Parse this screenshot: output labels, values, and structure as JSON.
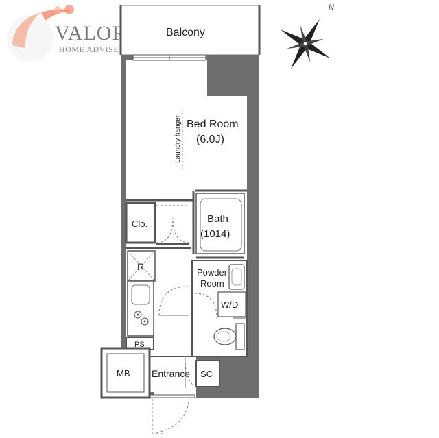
{
  "logo": {
    "brand": "VALOR",
    "tagline": "HOME ADVISE",
    "accent_color": "#f08a66"
  },
  "compass": {
    "north_label": "N"
  },
  "rooms": {
    "balcony": "Balcony",
    "bedroom_name": "Bed Room",
    "bedroom_size": "(6.0J)",
    "laundry": "Laundry hanger",
    "bath_name": "Bath",
    "bath_size": "(1014)",
    "closet": "Clo.",
    "fridge": "R",
    "powder_line1": "Powder",
    "powder_line2": "Room",
    "washer": "W/D",
    "pipe_space": "PS",
    "meter_box": "MB",
    "entrance": "Entrance",
    "shoe_closet": "SC"
  },
  "colors": {
    "wall": "#6e6e6e",
    "line": "#555555",
    "text": "#222222"
  }
}
